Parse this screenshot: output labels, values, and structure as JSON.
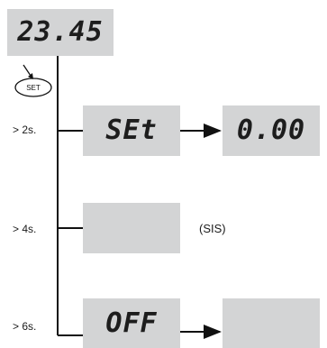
{
  "top_display": {
    "value": "23.45"
  },
  "set_button": {
    "label": "SET"
  },
  "rows": [
    {
      "time": "> 2s.",
      "display": "SEt",
      "result": "0.00"
    },
    {
      "time": "> 4s.",
      "display": "",
      "note": "(SIS)"
    },
    {
      "time": "> 6s.",
      "display": "OFF",
      "result": ""
    }
  ],
  "colors": {
    "display_bg": "#d3d4d5",
    "line": "#111111"
  }
}
